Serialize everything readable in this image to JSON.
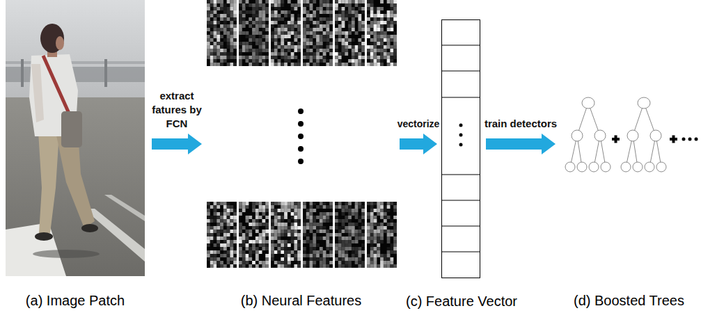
{
  "diagram": {
    "nodes": [
      {
        "text": [
          "(a) Image Patch"
        ]
      },
      {
        "text": [
          "(b) Neural Features"
        ]
      },
      {
        "text": [
          "(c) Feature Vector"
        ]
      },
      {
        "text": [
          "(d) Boosted Trees"
        ]
      }
    ],
    "edges": [
      {
        "from": 0,
        "to": 1,
        "arrow": "to",
        "label": "extract fatures by FCN"
      },
      {
        "from": 1,
        "to": 2,
        "arrow": "to",
        "label": "vectorize"
      },
      {
        "from": 2,
        "to": 3,
        "arrow": "to",
        "label": "train detectors"
      }
    ]
  }
}
